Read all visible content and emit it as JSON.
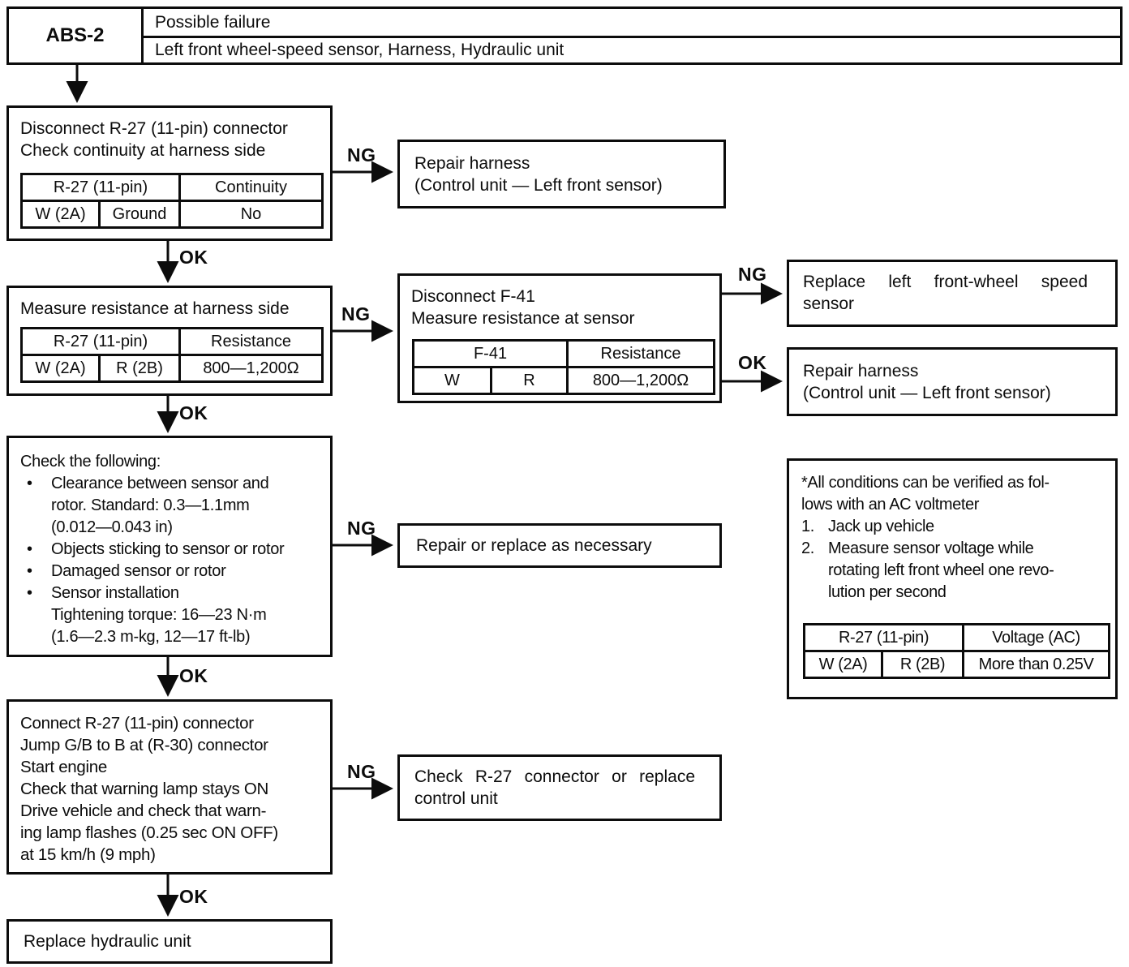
{
  "header": {
    "code": "ABS-2",
    "row1": "Possible failure",
    "row2": "Left front wheel-speed sensor, Harness, Hydraulic unit"
  },
  "labels": {
    "ng": "NG",
    "ok": "OK"
  },
  "flow": {
    "step1": {
      "text": "Disconnect R-27 (11-pin) connector\nCheck continuity at harness side",
      "table": {
        "header": [
          "R-27 (11-pin)",
          "Continuity"
        ],
        "row": [
          "W (2A)",
          "Ground",
          "No"
        ]
      }
    },
    "repair_harness_top": "Repair harness\n(Control unit — Left front sensor)",
    "step2": {
      "text": "Measure resistance at harness side",
      "table": {
        "header": [
          "R-27 (11-pin)",
          "Resistance"
        ],
        "row": [
          "W (2A)",
          "R (2B)",
          "800—1,200Ω"
        ]
      }
    },
    "sensor_check": {
      "text": "Disconnect F-41\nMeasure resistance at sensor",
      "table": {
        "header": [
          "F-41",
          "Resistance"
        ],
        "row": [
          "W",
          "R",
          "800—1,200Ω"
        ]
      }
    },
    "replace_sensor": "Replace left front-wheel speed sensor",
    "repair_harness_right": "Repair harness\n(Control unit — Left front sensor)",
    "step3": {
      "intro": "Check the following:",
      "bullets": [
        "Clearance between sensor and\nrotor. Standard: 0.3—1.1mm\n(0.012—0.043 in)",
        "Objects sticking to sensor or rotor",
        "Damaged sensor or rotor",
        "Sensor installation\nTightening torque: 16—23 N·m\n(1.6—2.3 m-kg, 12—17 ft-lb)"
      ]
    },
    "repair_replace": "Repair or replace as necessary",
    "note": {
      "line1": "*All conditions can be verified as fol-\nlows with an AC voltmeter",
      "item1_num": "1.",
      "item1": "Jack up vehicle",
      "item2_num": "2.",
      "item2": "Measure sensor voltage while\nrotating left front wheel one revo-\nlution per second",
      "table": {
        "header": [
          "R-27 (11-pin)",
          "Voltage (AC)"
        ],
        "row": [
          "W (2A)",
          "R (2B)",
          "More than 0.25V"
        ]
      }
    },
    "step4": "Connect R-27 (11-pin) connector\nJump G/B to B at (R-30) connector\nStart engine\nCheck that warning lamp stays ON\nDrive vehicle and check that warn-\ning lamp flashes (0.25 sec ON OFF)\nat 15 km/h (9 mph)",
    "check_connector": "Check R-27 connector or replace control unit",
    "step5": "Replace hydraulic unit"
  }
}
